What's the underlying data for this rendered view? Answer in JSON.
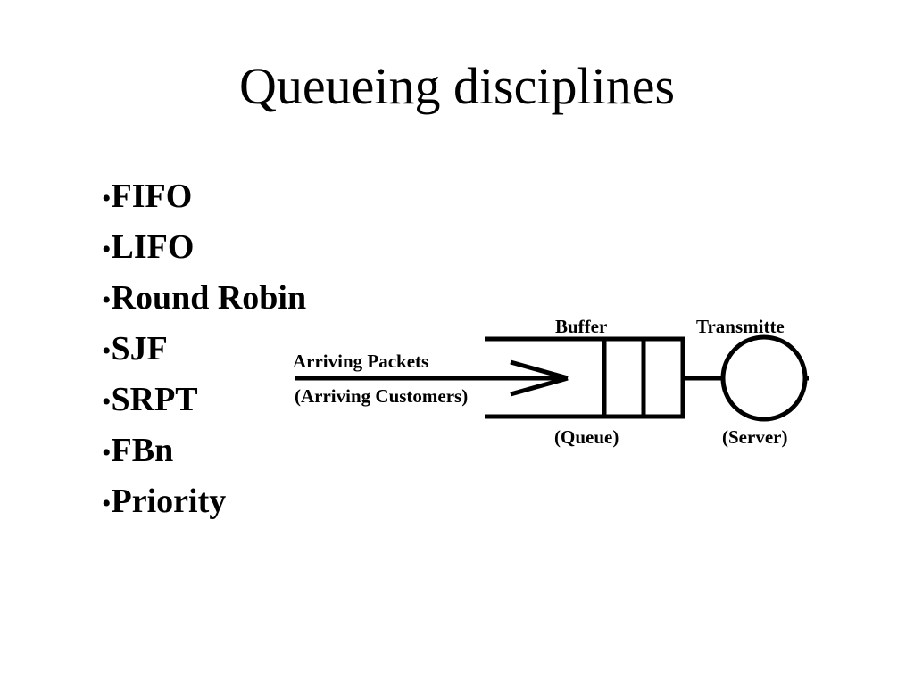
{
  "slide": {
    "title": "Queueing disciplines",
    "bullet_symbol": "•",
    "bullets": [
      "FIFO",
      "LIFO",
      "Round Robin",
      "SJF",
      "SRPT",
      "FBn",
      "Priority"
    ]
  },
  "diagram": {
    "arrival_label": "Arriving Packets",
    "arrival_sublabel": "(Arriving Customers)",
    "buffer_label": "Buffer",
    "buffer_sublabel": "(Queue)",
    "server_label": "Transmitte",
    "server_sublabel": "(Server)"
  }
}
